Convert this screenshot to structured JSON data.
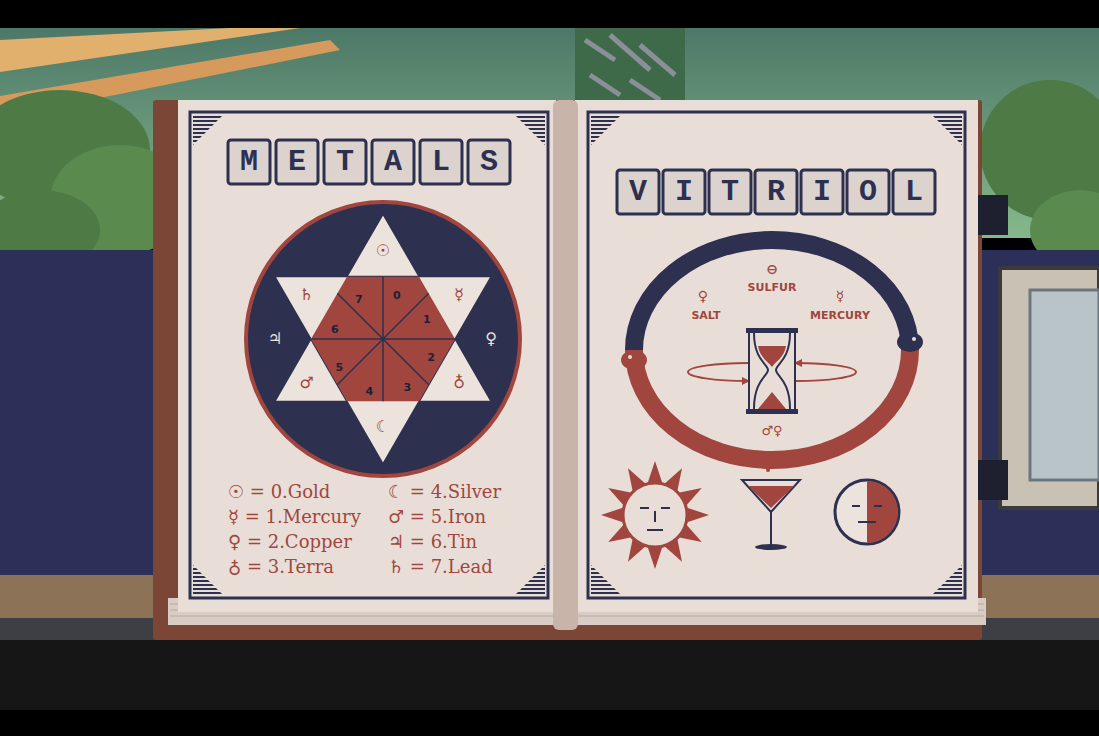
{
  "diagram": {
    "nodes": [
      {
        "text": [
          "METALS"
        ]
      },
      {
        "text": [
          "VITRIOL"
        ]
      }
    ],
    "labels": [
      "☉",
      "☿",
      "♀",
      "♁",
      "☾",
      "♂",
      "♃",
      "♄",
      "0",
      "1",
      "2",
      "3",
      "4",
      "5",
      "6",
      "7",
      "☉ = 0.Gold",
      "☿ = 1.Mercury",
      "♀ = 2.Copper",
      "♁ = 3.Terra",
      "☾ = 4.Silver",
      "♂ = 5.Iron",
      "♃ = 6.Tin",
      "♄ = 7.Lead",
      "⊖",
      "SULFUR",
      "♀",
      "SALT",
      "☿",
      "MERCURY",
      "♂♀"
    ]
  }
}
